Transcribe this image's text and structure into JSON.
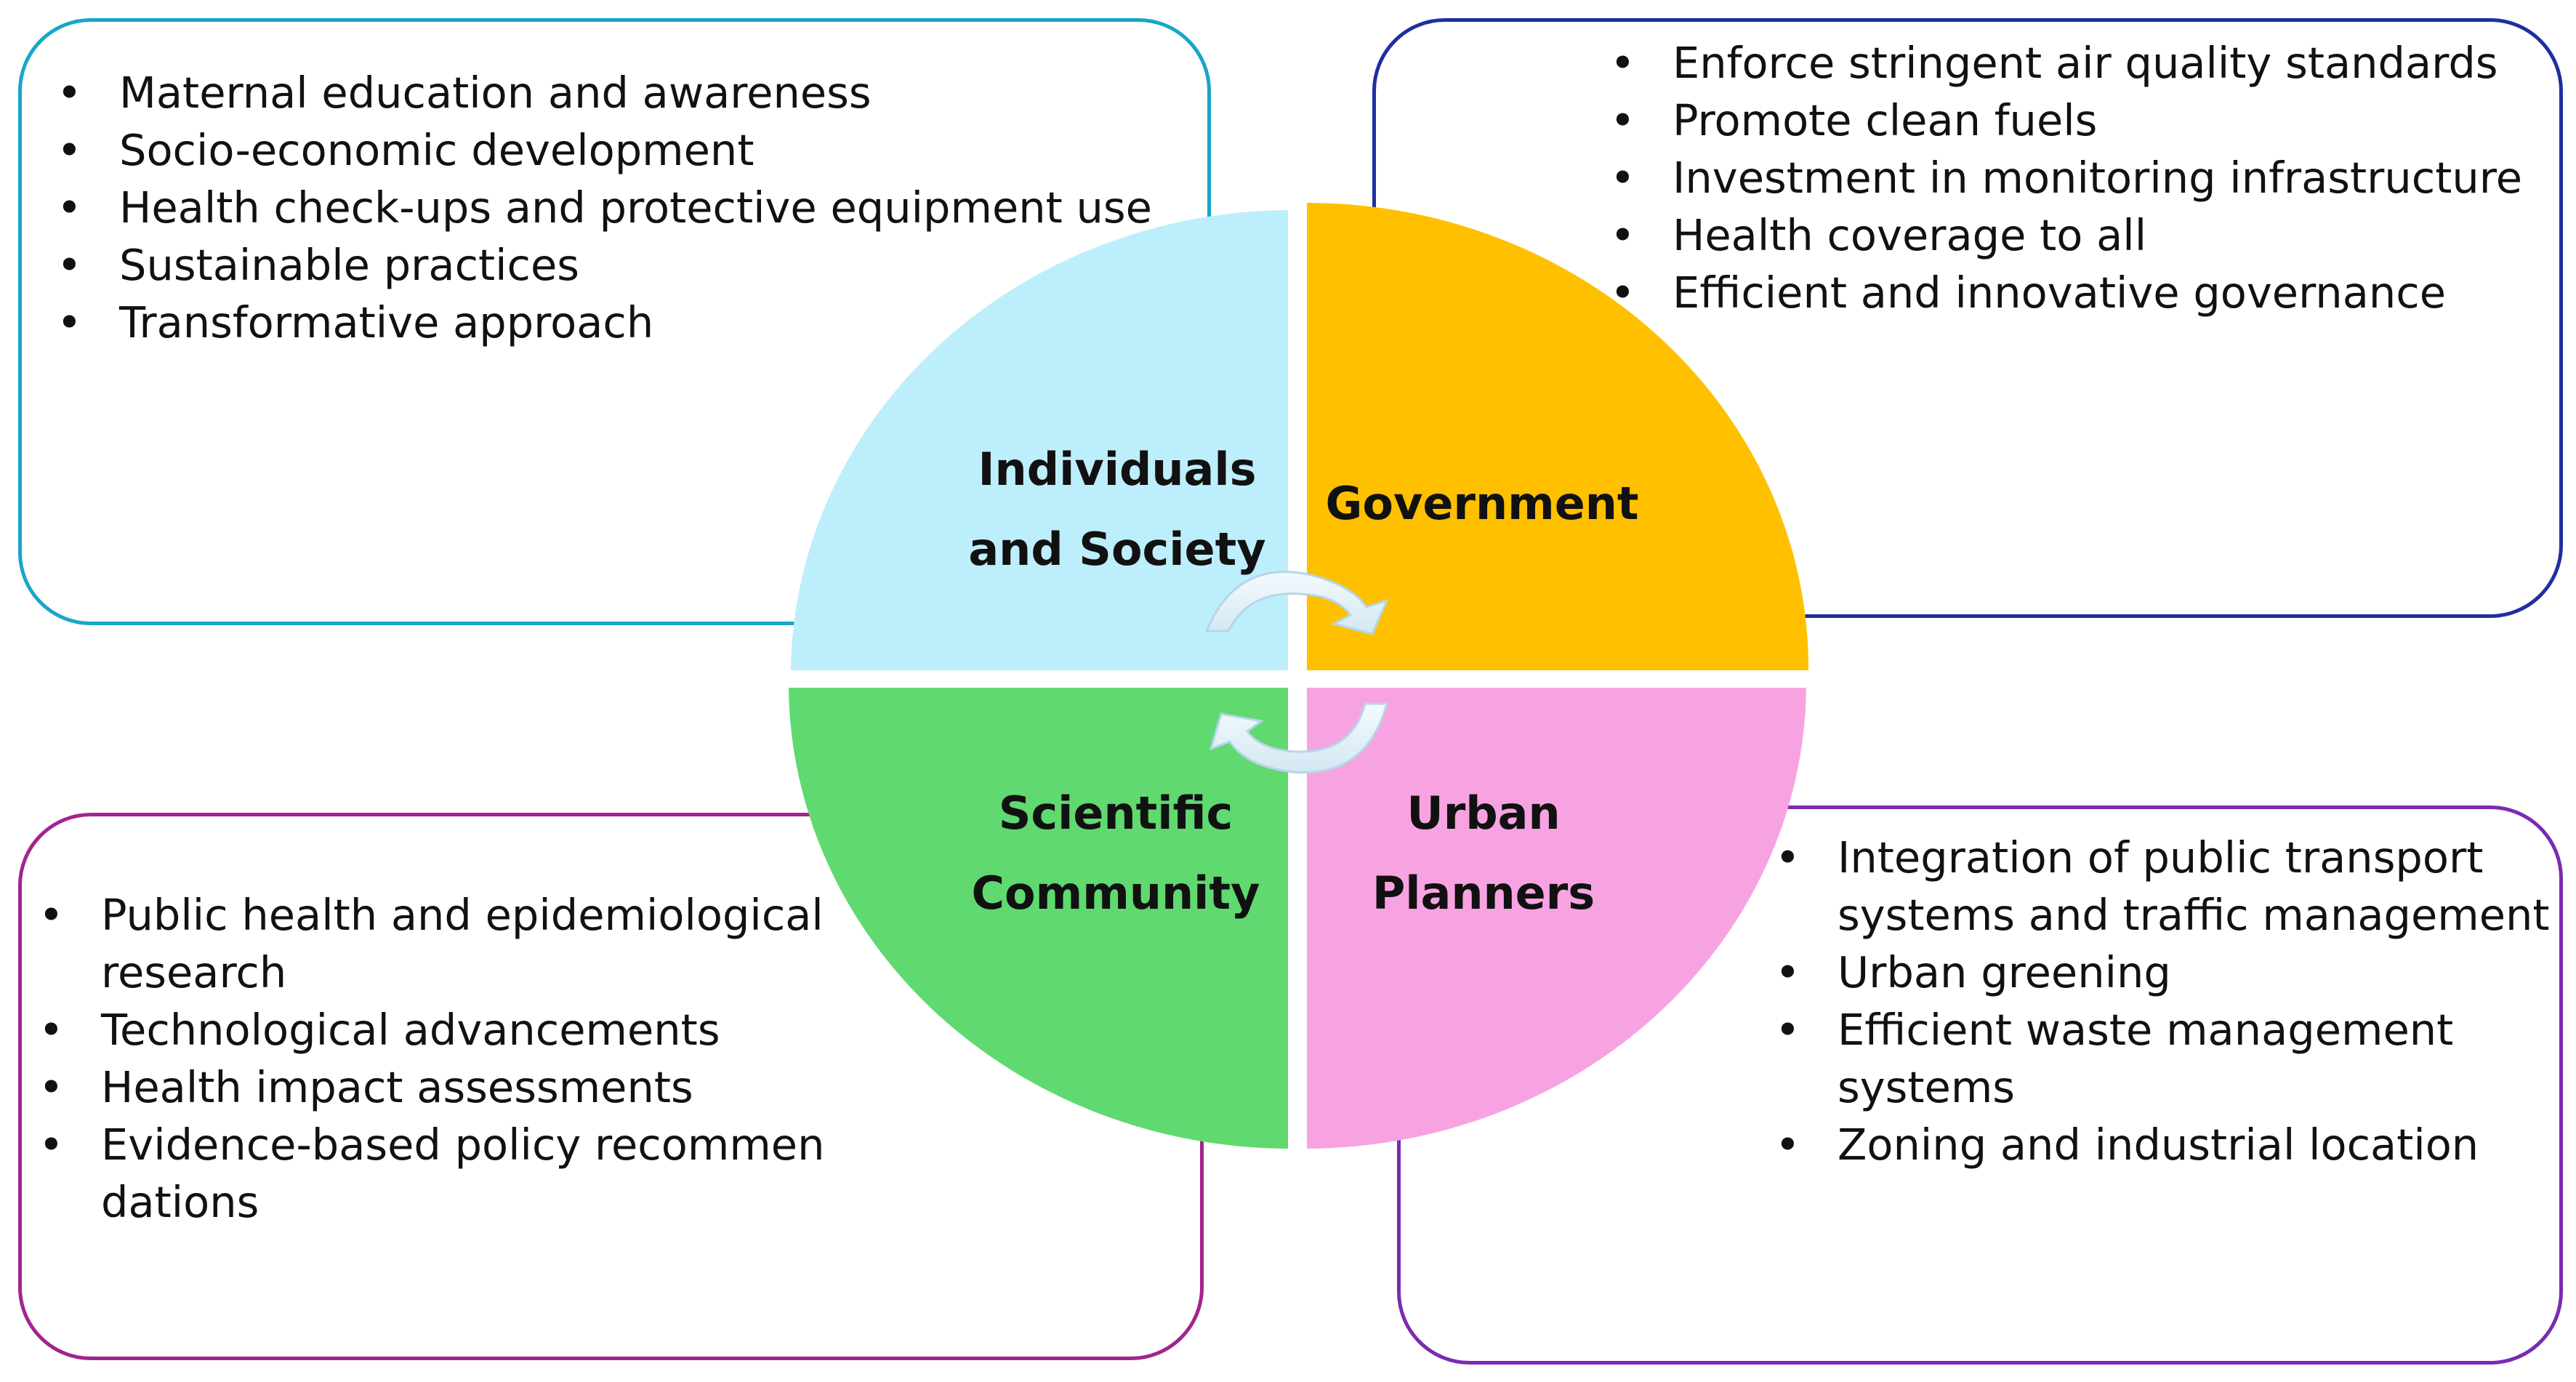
{
  "colors": {
    "individuals_border": "#17a6c8",
    "government_border": "#1f2fa0",
    "scientific_border": "#a3248e",
    "urban_border": "#7a2bb0",
    "individuals_fill": "#bdeefb",
    "government_fill": "#ffc000",
    "scientific_fill": "#5fd970",
    "urban_fill": "#f7a3e1",
    "arrow_fill": "#e3f1f8",
    "arrow_stroke": "#b5d6e8"
  },
  "quadrants": {
    "individuals": {
      "label_line1": "Individuals",
      "label_line2": "and Society"
    },
    "government": {
      "label": "Government"
    },
    "scientific": {
      "label_line1": "Scientific",
      "label_line2": "Community"
    },
    "urban": {
      "label_line1": "Urban",
      "label_line2": "Planners"
    }
  },
  "boxes": {
    "individuals": {
      "items": [
        "Maternal education and awareness",
        "Socio-economic development",
        "Health check-ups and protective equipment use",
        "Sustainable practices",
        "Transformative approach"
      ]
    },
    "government": {
      "items": [
        "Enforce stringent air quality standards",
        "Promote clean fuels",
        "Investment in monitoring infrastructure",
        "Health coverage to all",
        "Efficient and innovative governance"
      ]
    },
    "scientific": {
      "items": [
        "Public health and epidemiological research",
        "Technological advancements",
        "Health impact assessments",
        "Evidence-based policy recommen dations"
      ]
    },
    "urban": {
      "items": [
        "Integration of public transport systems and traffic management",
        "Urban greening",
        "Efficient waste management systems",
        "Zoning and industrial location"
      ]
    }
  }
}
